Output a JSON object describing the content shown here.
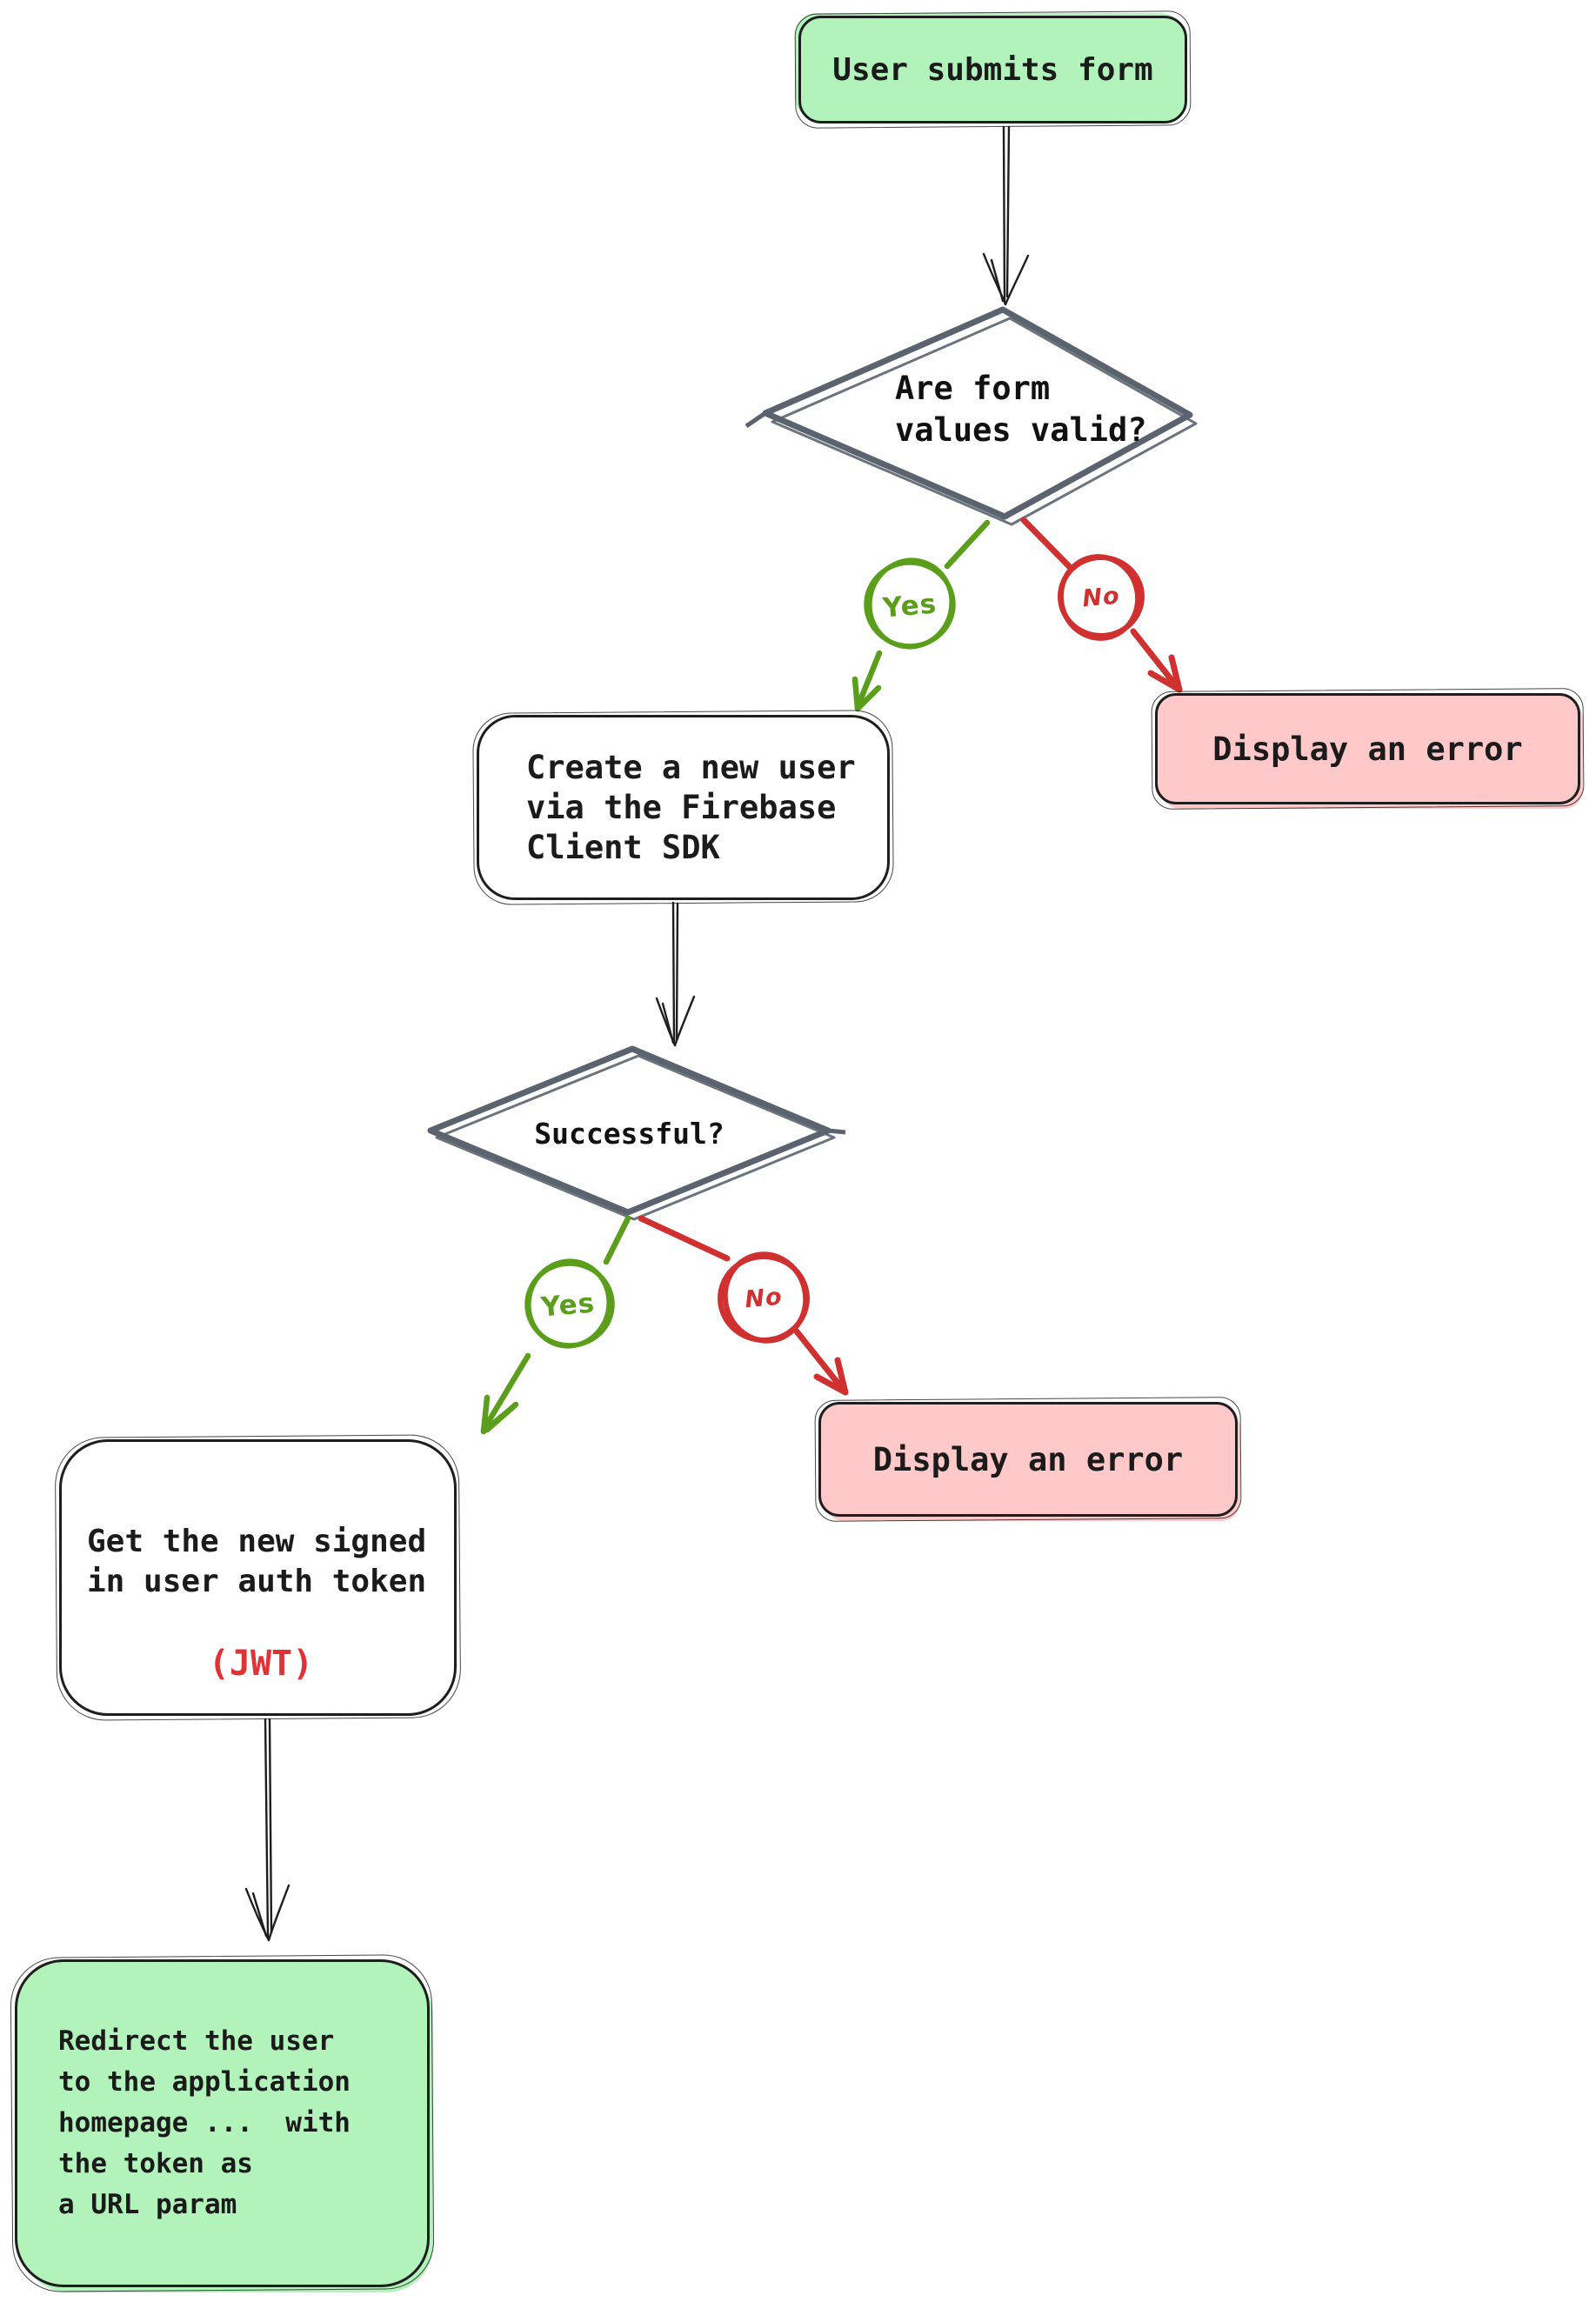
{
  "nodes": {
    "start": {
      "label": "User submits form"
    },
    "decision_form_valid": {
      "lines": [
        "Are form",
        "values valid?"
      ]
    },
    "error_top": {
      "label": "Display an error"
    },
    "create_user": {
      "lines": [
        "Create a new user",
        "via the Firebase",
        "Client SDK"
      ]
    },
    "decision_successful": {
      "label": "Successful?"
    },
    "error_bottom": {
      "label": "Display an error"
    },
    "get_token": {
      "lines": [
        "Get the new signed",
        "in user auth token"
      ],
      "highlight": "(JWT)"
    },
    "redirect": {
      "lines": [
        "Redirect the user",
        "to the application",
        "homepage ...  with",
        "the token as",
        "a URL param"
      ]
    }
  },
  "edge_labels": {
    "form_valid_yes": "Yes",
    "form_valid_no": "No",
    "successful_yes": "Yes",
    "successful_no": "No"
  },
  "colors": {
    "node_green_fill": "#b2f2bb",
    "node_pink_fill": "#ffc9c9",
    "node_white_fill": "#ffffff",
    "node_border": "#1e1e1e",
    "diamond_stroke": "#5b646e",
    "yes_green": "#5a9e1c",
    "no_red": "#cf3131",
    "jwt_red": "#e03336",
    "text": "#1b1b1b",
    "background": "#ffffff"
  }
}
